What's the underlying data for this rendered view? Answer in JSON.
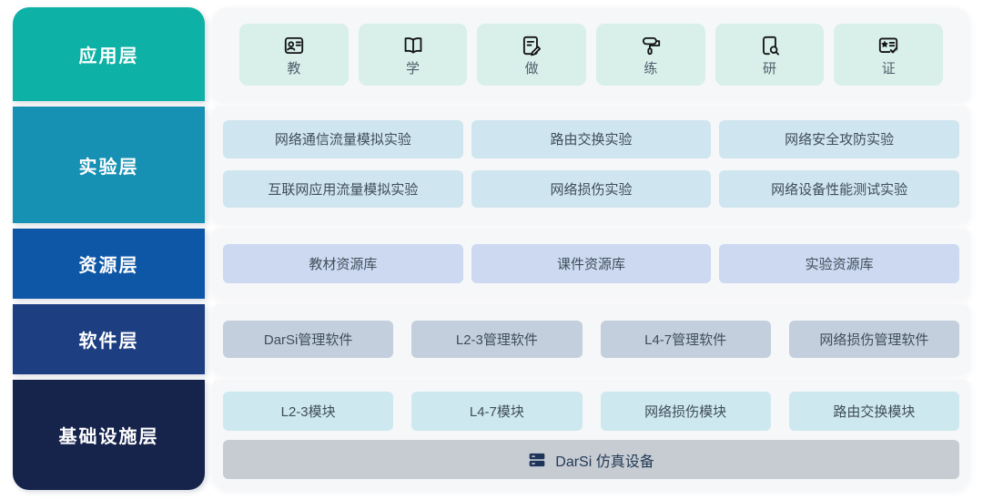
{
  "layers": [
    {
      "label": "应用层",
      "items": [
        {
          "icon": "id-card-icon",
          "label": "教"
        },
        {
          "icon": "open-book-icon",
          "label": "学"
        },
        {
          "icon": "edit-doc-icon",
          "label": "做"
        },
        {
          "icon": "paint-roller-icon",
          "label": "练"
        },
        {
          "icon": "book-search-icon",
          "label": "研"
        },
        {
          "icon": "certificate-icon",
          "label": "证"
        }
      ]
    },
    {
      "label": "实验层",
      "items": [
        "网络通信流量模拟实验",
        "路由交换实验",
        "网络安全攻防实验",
        "互联网应用流量模拟实验",
        "网络损伤实验",
        "网络设备性能测试实验"
      ]
    },
    {
      "label": "资源层",
      "items": [
        "教材资源库",
        "课件资源库",
        "实验资源库"
      ]
    },
    {
      "label": "软件层",
      "items": [
        "DarSi管理软件",
        "L2-3管理软件",
        "L4-7管理软件",
        "网络损伤管理软件"
      ]
    },
    {
      "label": "基础设施层",
      "items": [
        "L2-3模块",
        "L4-7模块",
        "网络损伤模块",
        "路由交换模块"
      ],
      "device": {
        "icon": "server-icon",
        "label": "DarSi 仿真设备"
      }
    }
  ],
  "colors": {
    "layer_application": "#0db1a5",
    "layer_experiment": "#1690b3",
    "layer_resource": "#0e57a7",
    "layer_software": "#1d3f82",
    "layer_infrastructure": "#16234b",
    "tile_bg": "#d8efea",
    "experiment_box_bg": "#cfe5ef",
    "resource_box_bg": "#ccd9f1",
    "software_box_bg": "#c4cfdd",
    "module_box_bg": "#cee8ef",
    "device_bar_bg": "#c7ccd3",
    "strip_bg": "#f5f7f9"
  }
}
